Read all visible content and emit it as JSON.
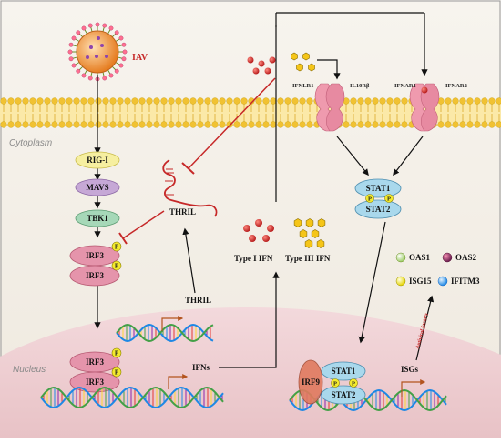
{
  "compartments": {
    "cytoplasm": "Cytoplasm",
    "nucleus": "Nucleus"
  },
  "labels": {
    "iav": "IAV",
    "thril_gene": "THRIL",
    "thril_rna": "THRIL",
    "ifns": "IFNs",
    "type_i_ifn": "Type I IFN",
    "type_iii_ifn": "Type III IFN",
    "ifnlr1": "IFNLR1",
    "il10rb": "IL10Rβ",
    "ifnar1": "IFNAR1",
    "ifnar2": "IFNAR2",
    "isgs": "ISGs",
    "antiviral_factors": "Antiviral factors"
  },
  "nodes": {
    "rigi": "RIG-I",
    "mavs": "MAVS",
    "tbk1": "TBK1",
    "irf3": "IRF3",
    "irf9": "IRF9",
    "stat1": "STAT1",
    "stat2": "STAT2",
    "p": "P"
  },
  "legend": {
    "oas1": "OAS1",
    "oas2": "OAS2",
    "isg15": "ISG15",
    "ifitm3": "IFITM3"
  },
  "colors": {
    "inhibition": "#c62828",
    "membrane_head": "#f1c232",
    "membrane_tail": "#d4a017",
    "dna_strand_a": "#1e88e5",
    "dna_strand_b": "#43a047",
    "nucleus_fill": "#ebcace",
    "phospho": "#f3ea2c"
  }
}
